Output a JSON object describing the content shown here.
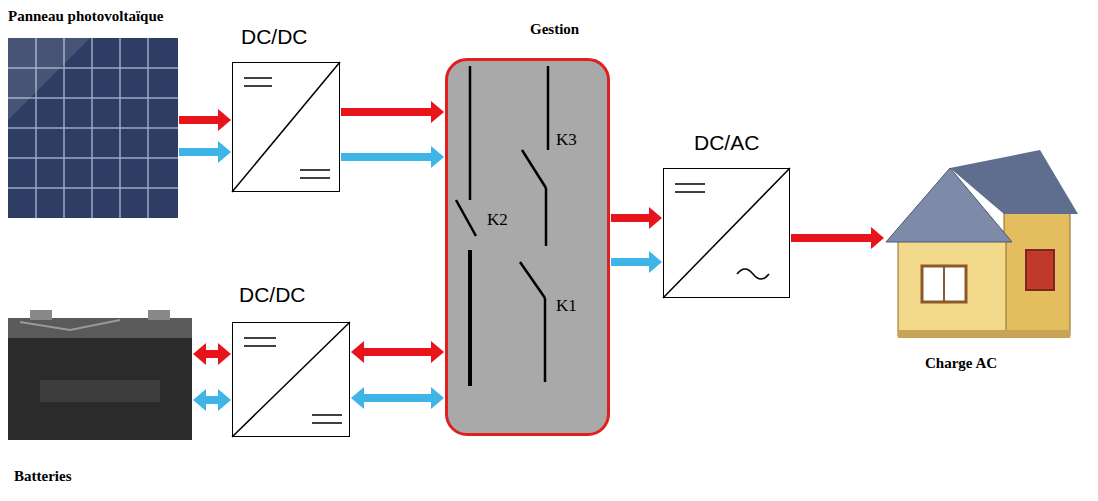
{
  "diagram": {
    "nodes": [
      {
        "text": [
          "Panneau photovoltaïque"
        ]
      },
      {
        "text": [
          "DC/DC"
        ]
      },
      {
        "text": [
          "Gestion"
        ]
      },
      {
        "text": [
          "DC/AC"
        ]
      },
      {
        "text": [
          "Charge AC"
        ]
      },
      {
        "text": [
          "DC/DC"
        ]
      },
      {
        "text": [
          "Batteries"
        ]
      }
    ],
    "edges": [
      {
        "from": 0,
        "to": 1,
        "arrow": "to"
      },
      {
        "from": 0,
        "to": 1,
        "arrow": "to"
      },
      {
        "from": 1,
        "to": 2,
        "arrow": "to"
      },
      {
        "from": 1,
        "to": 2,
        "arrow": "to"
      },
      {
        "from": 2,
        "to": 3,
        "arrow": "to"
      },
      {
        "from": 2,
        "to": 3,
        "arrow": "to"
      },
      {
        "from": 3,
        "to": 4,
        "arrow": "to"
      },
      {
        "from": 6,
        "to": 5,
        "arrow": "both"
      },
      {
        "from": 6,
        "to": 5,
        "arrow": "both"
      },
      {
        "from": 5,
        "to": 2,
        "arrow": "both"
      },
      {
        "from": 5,
        "to": 2,
        "arrow": "both"
      }
    ],
    "labels": [
      "K3",
      "K2",
      "K1"
    ]
  }
}
